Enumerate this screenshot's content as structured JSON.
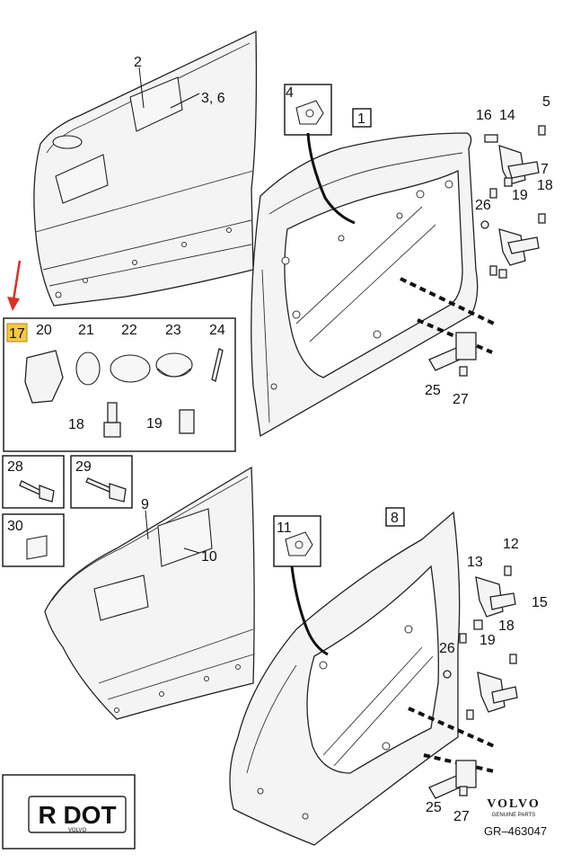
{
  "callouts": {
    "c1": "1",
    "c2": "2",
    "c3_6": "3, 6",
    "c4": "4",
    "c5": "5",
    "c7": "7",
    "c8": "8",
    "c9": "9",
    "c10": "10",
    "c11": "11",
    "c12": "12",
    "c13": "13",
    "c14": "14",
    "c15": "15",
    "c16": "16",
    "c17": "17",
    "c18a": "18",
    "c18b": "18",
    "c18c": "18",
    "c19a": "19",
    "c19b": "19",
    "c19c": "19",
    "c20": "20",
    "c21": "21",
    "c22": "22",
    "c23": "23",
    "c24": "24",
    "c25a": "25",
    "c25b": "25",
    "c26a": "26",
    "c26b": "26",
    "c27a": "27",
    "c27b": "27",
    "c28": "28",
    "c29": "29",
    "c30": "30"
  },
  "footer": {
    "rdot_label": "R DOT",
    "rdot_brand": "VOLVO",
    "brand": "VOLVO",
    "brand_sub": "GENUINE PARTS",
    "diagram_code": "GR–463047"
  },
  "colors": {
    "highlight": "#f5c842",
    "arrow": "#d93025",
    "ink": "#111111"
  }
}
